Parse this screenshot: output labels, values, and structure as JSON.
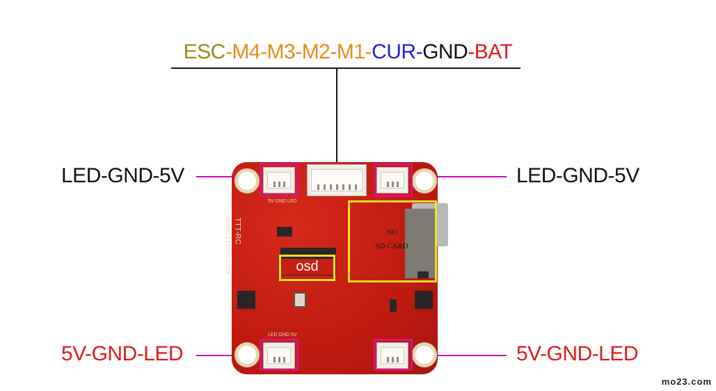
{
  "header": {
    "segments": [
      {
        "text": "ESC",
        "color": "#a08a1a"
      },
      {
        "text": "-",
        "color": "#e88a14"
      },
      {
        "text": "M4",
        "color": "#e88a14"
      },
      {
        "text": "-",
        "color": "#e88a14"
      },
      {
        "text": "M3",
        "color": "#e88a14"
      },
      {
        "text": "-",
        "color": "#e88a14"
      },
      {
        "text": "M2",
        "color": "#e88a14"
      },
      {
        "text": "-",
        "color": "#e88a14"
      },
      {
        "text": "M1",
        "color": "#e88a14"
      },
      {
        "text": "-",
        "color": "#e88a14"
      },
      {
        "text": "CUR",
        "color": "#2020e0"
      },
      {
        "text": "-",
        "color": "#2020e0"
      },
      {
        "text": "GND",
        "color": "#111111"
      },
      {
        "text": "-",
        "color": "#e01a1a"
      },
      {
        "text": "BAT",
        "color": "#e01a1a"
      }
    ]
  },
  "labels": {
    "top_left": "LED-GND-5V",
    "top_right": "LED-GND-5V",
    "bottom_left": "5V-GND-LED",
    "bottom_right": "5V-GND-LED",
    "top_color": "#111111",
    "bottom_color": "#e01a1a"
  },
  "board": {
    "osd_label": "osd",
    "sd_label_line1": "NO",
    "sd_label_line2": "SD CARD",
    "silk_brand": "TTT-RC",
    "silk_url": "WWW.TTT-RC.COM",
    "pad_top_left": "5V GND LED",
    "pad_bottom_left": "LED GND 5V"
  },
  "watermark": "mo23.com",
  "colors": {
    "pcb_red": "#c81e12",
    "highlight_pink": "#d8137e",
    "highlight_yellow": "#f0e020",
    "leader_magenta": "#d000c8"
  }
}
